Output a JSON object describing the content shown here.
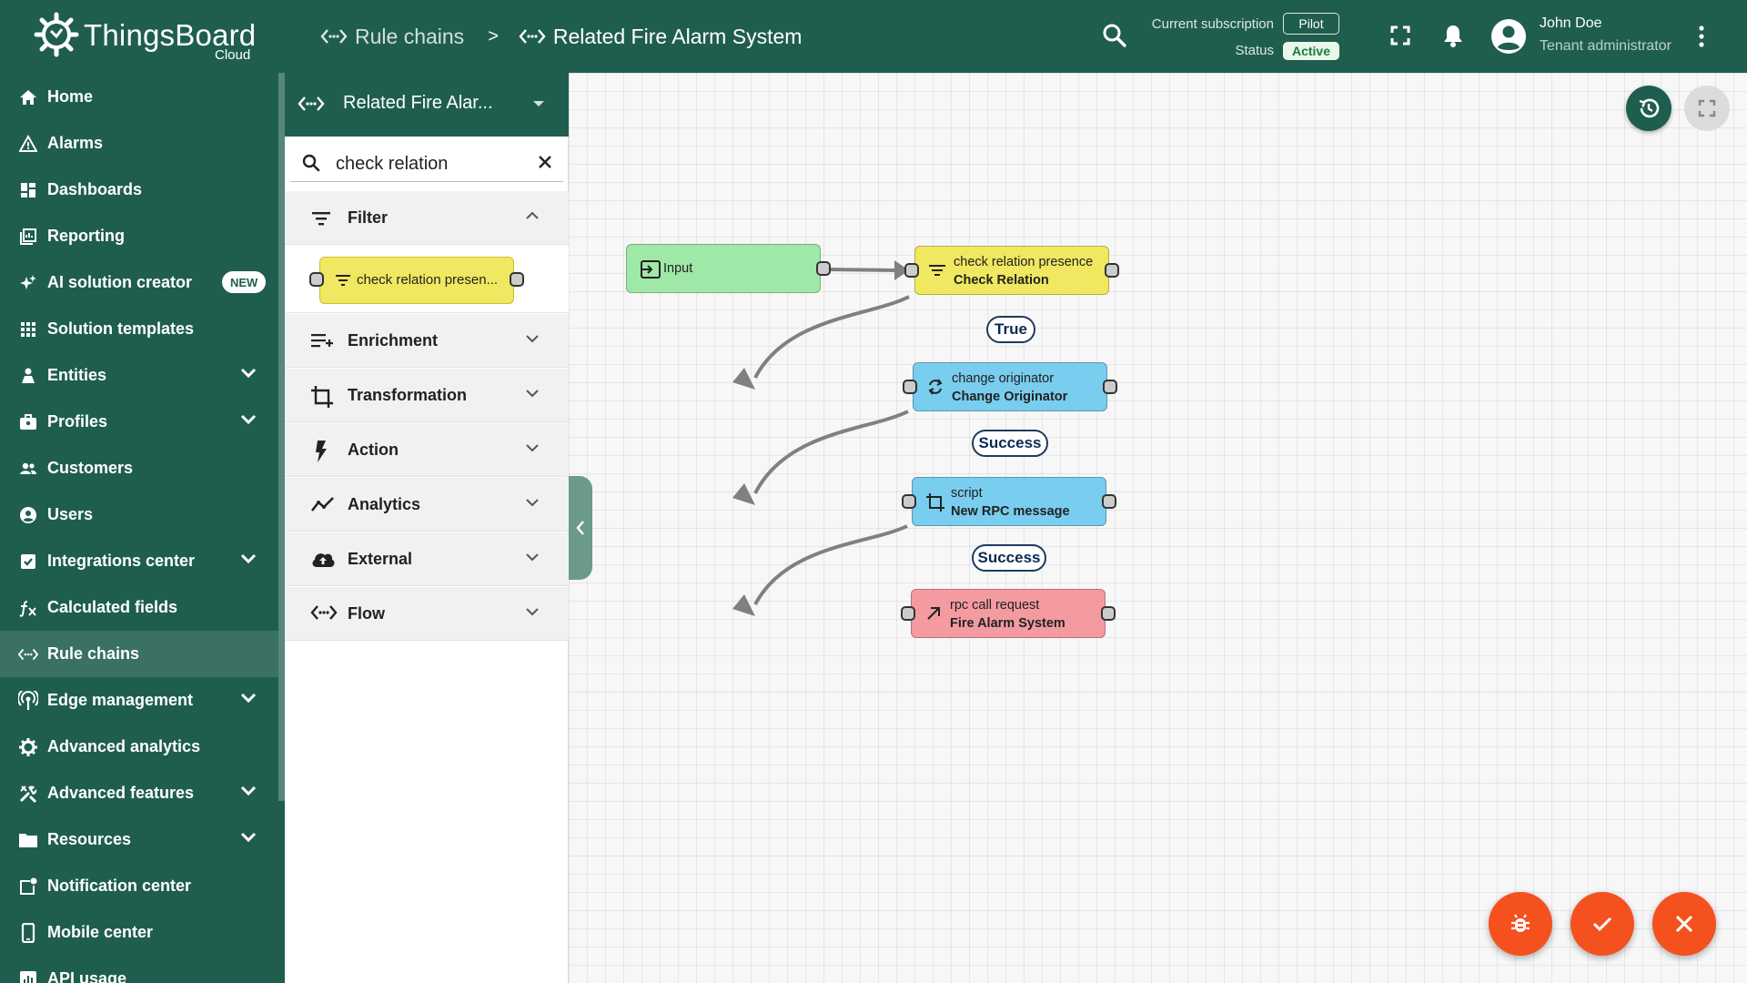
{
  "header": {
    "logo_text": "ThingsBoard",
    "logo_sub": "Cloud",
    "breadcrumb": [
      {
        "label": "Rule chains"
      },
      {
        "label": "Related Fire Alarm System"
      }
    ],
    "breadcrumb_separator": ">",
    "subscription_label": "Current subscription",
    "subscription_value": "Pilot",
    "status_label": "Status",
    "status_value": "Active",
    "user_name": "John Doe",
    "user_role": "Tenant administrator"
  },
  "sidebar": {
    "items": [
      {
        "label": "Home",
        "icon": "home-icon"
      },
      {
        "label": "Alarms",
        "icon": "alarm-icon"
      },
      {
        "label": "Dashboards",
        "icon": "dashboard-icon"
      },
      {
        "label": "Reporting",
        "icon": "reporting-icon"
      },
      {
        "label": "AI solution creator",
        "icon": "ai-icon",
        "badge": "NEW"
      },
      {
        "label": "Solution templates",
        "icon": "templates-icon"
      },
      {
        "label": "Entities",
        "icon": "entities-icon",
        "expandable": true
      },
      {
        "label": "Profiles",
        "icon": "profiles-icon",
        "expandable": true
      },
      {
        "label": "Customers",
        "icon": "customers-icon"
      },
      {
        "label": "Users",
        "icon": "users-icon"
      },
      {
        "label": "Integrations center",
        "icon": "integrations-icon",
        "expandable": true
      },
      {
        "label": "Calculated fields",
        "icon": "function-icon"
      },
      {
        "label": "Rule chains",
        "icon": "rule-chain-icon",
        "selected": true
      },
      {
        "label": "Edge management",
        "icon": "edge-icon",
        "expandable": true
      },
      {
        "label": "Advanced analytics",
        "icon": "analytics-icon"
      },
      {
        "label": "Advanced features",
        "icon": "tools-icon",
        "expandable": true
      },
      {
        "label": "Resources",
        "icon": "folder-icon",
        "expandable": true
      },
      {
        "label": "Notification center",
        "icon": "notification-icon"
      },
      {
        "label": "Mobile center",
        "icon": "mobile-icon"
      },
      {
        "label": "API usage",
        "icon": "api-usage-icon"
      }
    ]
  },
  "library": {
    "title": "Related Fire Alar...",
    "search_value": "check relation",
    "categories": [
      {
        "label": "Filter",
        "icon": "filter-icon",
        "expanded": true
      },
      {
        "label": "Enrichment",
        "icon": "enrichment-icon"
      },
      {
        "label": "Transformation",
        "icon": "transformation-icon"
      },
      {
        "label": "Action",
        "icon": "action-icon"
      },
      {
        "label": "Analytics",
        "icon": "analytics-icon"
      },
      {
        "label": "External",
        "icon": "cloud-icon"
      },
      {
        "label": "Flow",
        "icon": "flow-icon"
      }
    ],
    "filter_node": {
      "label": "check relation presen..."
    }
  },
  "canvas": {
    "nodes": [
      {
        "id": "input",
        "type": "Input",
        "color": "#9fe8a8"
      },
      {
        "id": "check",
        "type": "check relation presence",
        "name": "Check Relation",
        "color": "#f1e861"
      },
      {
        "id": "change",
        "type": "change originator",
        "name": "Change Originator",
        "color": "#79cdee"
      },
      {
        "id": "script",
        "type": "script",
        "name": "New RPC message",
        "color": "#79cdee"
      },
      {
        "id": "rpc",
        "type": "rpc call request",
        "name": "Fire Alarm System",
        "color": "#f49aa1"
      }
    ],
    "links": [
      {
        "label": "True"
      },
      {
        "label": "Success"
      },
      {
        "label": "Success"
      }
    ]
  },
  "colors": {
    "primary": "#1f5e4f",
    "fab": "#f4511e"
  }
}
